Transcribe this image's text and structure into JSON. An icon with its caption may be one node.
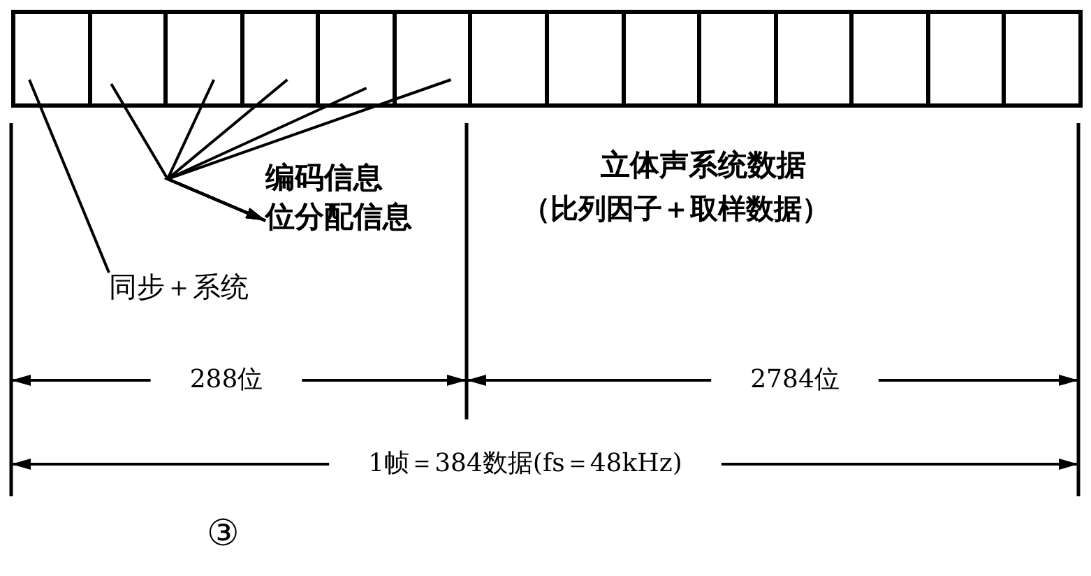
{
  "diagram": {
    "nodes": [
      {
        "text": [],
        "shape": "box"
      },
      {
        "text": [],
        "shape": "box"
      },
      {
        "text": [],
        "shape": "box"
      },
      {
        "text": [],
        "shape": "box"
      },
      {
        "text": [],
        "shape": "box"
      },
      {
        "text": [],
        "shape": "box"
      },
      {
        "text": [],
        "shape": "box"
      },
      {
        "text": [],
        "shape": "box"
      },
      {
        "text": [],
        "shape": "box"
      },
      {
        "text": [],
        "shape": "box"
      },
      {
        "text": [],
        "shape": "box"
      },
      {
        "text": [],
        "shape": "box"
      },
      {
        "text": [],
        "shape": "box"
      },
      {
        "text": [],
        "shape": "box"
      },
      {
        "text": [
          "编码信息",
          "位分配信息"
        ]
      },
      {
        "text": [
          "同步＋系统"
        ]
      }
    ],
    "edges": [
      {
        "from": 15,
        "to": 0,
        "arrow": "none"
      },
      {
        "from": 1,
        "to": 14,
        "arrow": "to"
      },
      {
        "from": 2,
        "to": 14,
        "arrow": "to"
      },
      {
        "from": 3,
        "to": 14,
        "arrow": "to"
      },
      {
        "from": 4,
        "to": 14,
        "arrow": "to"
      },
      {
        "from": 5,
        "to": 14,
        "arrow": "to"
      }
    ],
    "labels": [
      "立体声系统数据",
      "（比列因子＋取样数据）",
      "288位",
      "2784位",
      "1帧＝384数据(fs＝48kHz)",
      "③"
    ]
  }
}
